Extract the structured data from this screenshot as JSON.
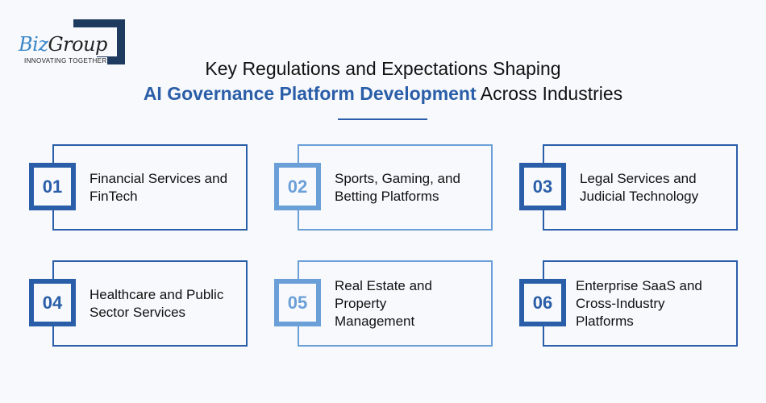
{
  "logo": {
    "brand_part1": "Biz",
    "brand_part2": "Group",
    "tagline": "INNOVATING TOGETHER"
  },
  "header": {
    "title_line1": "Key Regulations and Expectations Shaping",
    "title_line2_highlight": "AI Governance Platform Development",
    "title_line2_rest": " Across Industries"
  },
  "colors": {
    "primary": "#2a5ea8",
    "light": "#6a9fd8",
    "background": "#f7f9fc"
  },
  "cards": [
    {
      "number": "01",
      "label": "Financial Services and FinTech"
    },
    {
      "number": "02",
      "label": "Sports, Gaming, and Betting Platforms"
    },
    {
      "number": "03",
      "label": "Legal Services and Judicial Technology"
    },
    {
      "number": "04",
      "label": "Healthcare and Public Sector Services"
    },
    {
      "number": "05",
      "label": "Real Estate and Property Management"
    },
    {
      "number": "06",
      "label": "Enterprise SaaS and Cross-Industry Platforms"
    }
  ]
}
